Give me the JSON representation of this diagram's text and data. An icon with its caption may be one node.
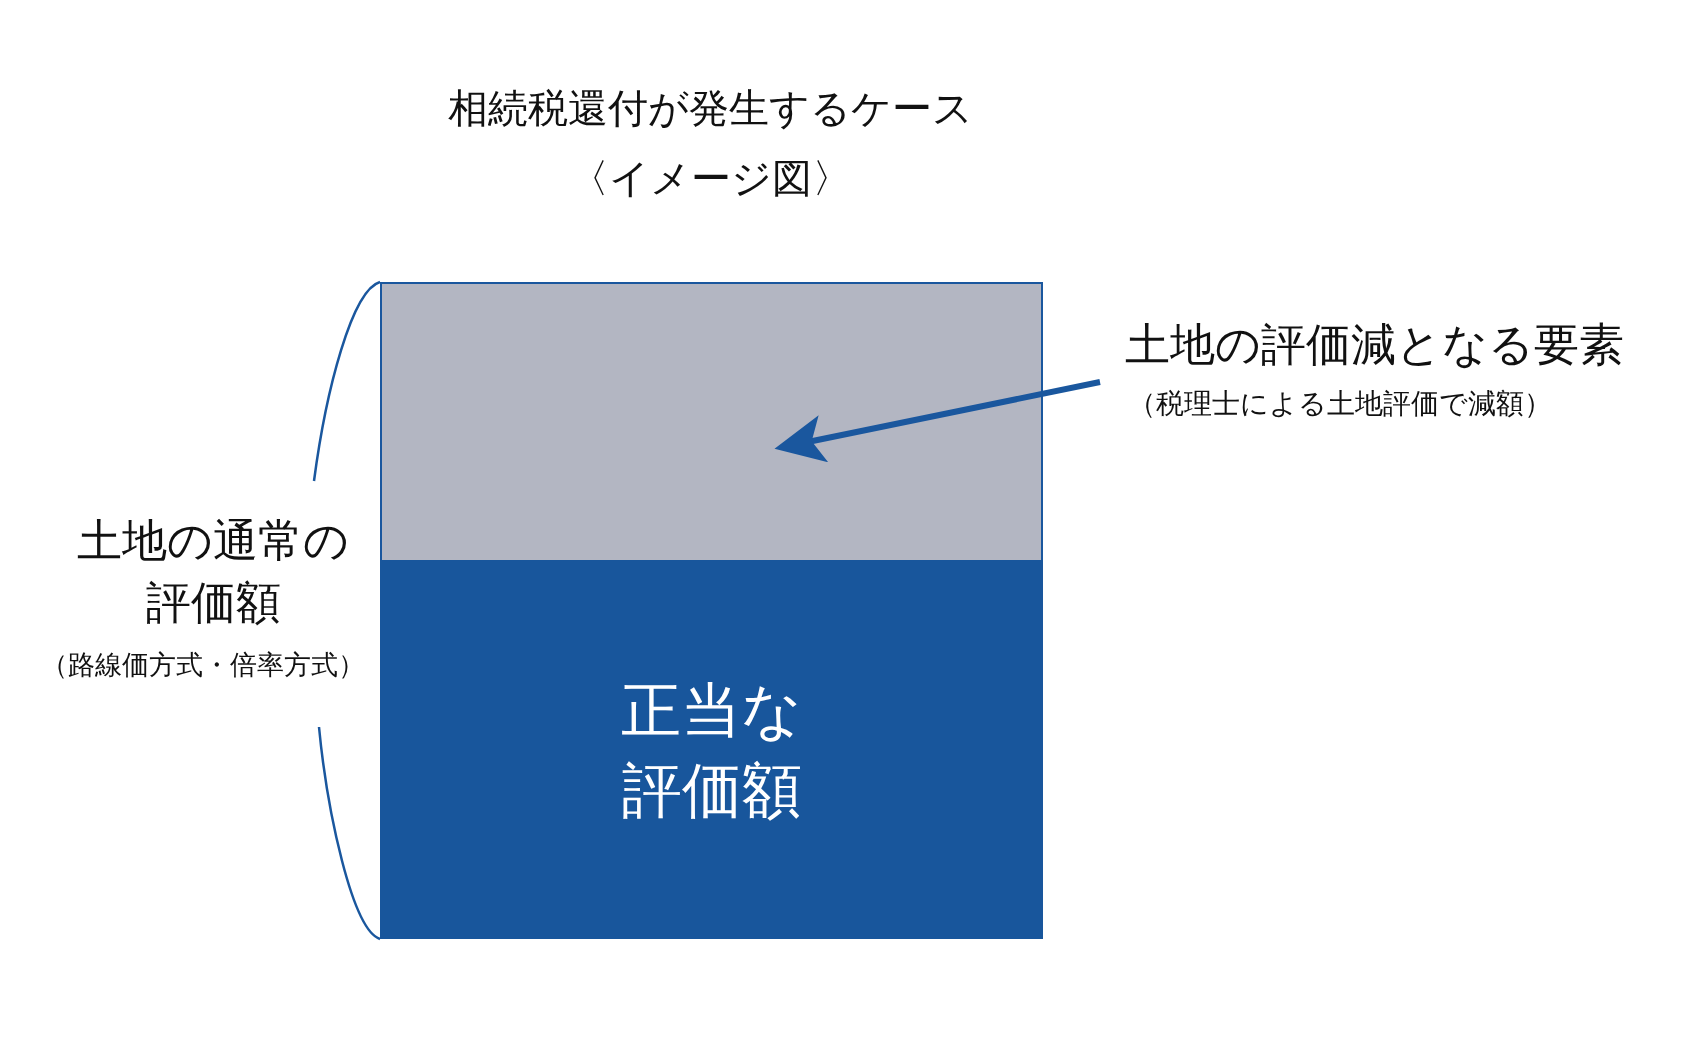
{
  "diagram": {
    "title": "相続税還付が発生するケース",
    "nodes": [
      {
        "text": [],
        "shape": "box"
      },
      {
        "text": [
          "正当な評価額"
        ]
      },
      {
        "text": [
          "土地の評価減となる要素",
          "（税理士による土地評価で減額）"
        ]
      }
    ],
    "edges": [
      {
        "from": 2,
        "to": 0,
        "arrow": "to"
      }
    ],
    "labels": [
      "〈イメージ図〉",
      "土地の通常の評価額",
      "（路線価方式・倍率方式）"
    ]
  }
}
